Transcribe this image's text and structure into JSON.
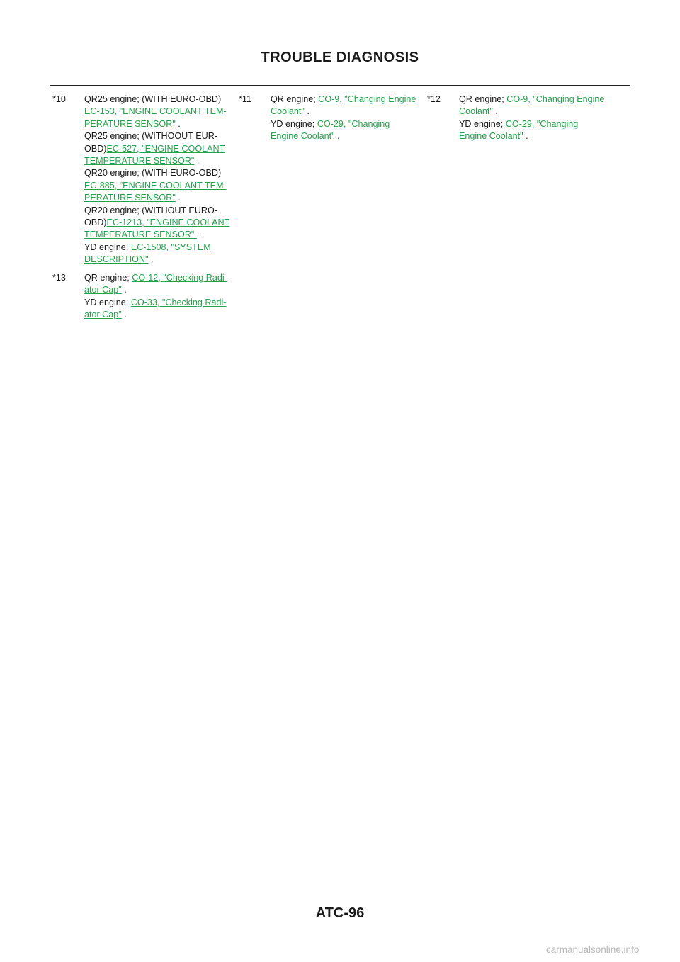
{
  "header": {
    "title": "TROUBLE DIAGNOSIS"
  },
  "notes": {
    "n10": {
      "num": "*10",
      "l1": "QR25 engine; (WITH EURO-OBD)",
      "l2_link": "EC-153, \"ENGINE COOLANT TEM-",
      "l3_link": "PERATURE SENSOR\"",
      "l3_tail": " .",
      "l4": "QR25 engine; (WITHOOUT EUR-",
      "l5_pre": "OBD)",
      "l5_link": "EC-527, \"ENGINE COOLANT ",
      "l6_link": "TEMPERATURE SENSOR\"",
      "l6_tail": " .",
      "l7": "QR20 engine; (WITH EURO-OBD)",
      "l8_link": "EC-885, \"ENGINE COOLANT TEM-",
      "l9_link": "PERATURE SENSOR\"",
      "l9_tail": " .",
      "l10": "QR20 engine; (WITHOUT EURO-",
      "l11_pre": "OBD)",
      "l11_link": "EC-1213, \"ENGINE COOLANT ",
      "l12_link": "TEMPERATURE SENSOR\" ",
      "l12_tail": "  .",
      "l13_pre": "YD engine; ",
      "l13_link": "EC-1508, \"SYSTEM ",
      "l14_link": "DESCRIPTION\"",
      "l14_tail": " ."
    },
    "n13": {
      "num": "*13",
      "l1_pre": "QR engine; ",
      "l1_link": "CO-12, \"Checking Radi-",
      "l2_link": "ator Cap\"",
      "l2_tail": " .",
      "l3_pre": "YD engine; ",
      "l3_link": "CO-33, \"Checking Radi-",
      "l4_link": "ator Cap\"",
      "l4_tail": " ."
    },
    "n11": {
      "num": "*11",
      "l1_pre": "QR engine; ",
      "l1_link": "CO-9, \"Changing Engine ",
      "l2_link": "Coolant\"",
      "l2_tail": " .",
      "l3_pre": "YD engine; ",
      "l3_link": "CO-29, \"Changing ",
      "l4_link": "Engine Coolant\"",
      "l4_tail": " ."
    },
    "n12": {
      "num": "*12",
      "l1_pre": "QR engine; ",
      "l1_link": "CO-9, \"Changing Engine ",
      "l2_link": "Coolant\"",
      "l2_tail": " .",
      "l3_pre": "YD engine; ",
      "l3_link": "CO-29, \"Changing ",
      "l4_link": "Engine Coolant\"",
      "l4_tail": " ."
    }
  },
  "footer": {
    "page": "ATC-96"
  },
  "watermark": "carmanualsonline.info",
  "colors": {
    "link": "#22a24a",
    "text": "#1a1a1a"
  }
}
